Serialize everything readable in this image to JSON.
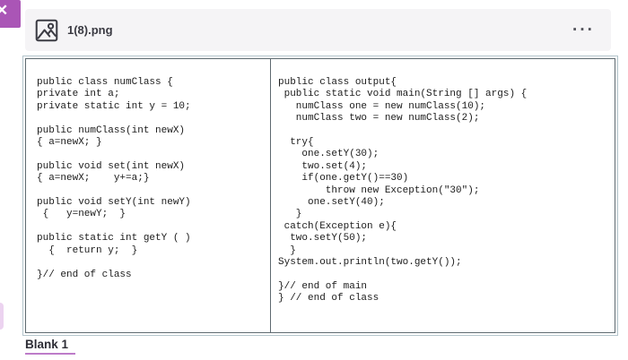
{
  "handle": {
    "move_glyph": "✕"
  },
  "attachment": {
    "filename": "1(8).png",
    "more_options_glyph": "···"
  },
  "code_image": {
    "left_code": "public class numClass {\nprivate int a;\nprivate static int y = 10;\n\npublic numClass(int newX)\n{ a=newX; }\n\npublic void set(int newX)\n{ a=newX;    y+=a;}\n\npublic void setY(int newY)\n {   y=newY;  }\n\npublic static int getY ( )\n  {  return y;  }\n\n}// end of class",
    "right_code": "public class output{\n public static void main(String [] args) {\n   numClass one = new numClass(10);\n   numClass two = new numClass(2);\n\n  try{\n    one.setY(30);\n    two.set(4);\n    if(one.getY()==30)\n        throw new Exception(\"30\");\n     one.setY(40);\n   }\n catch(Exception e){\n  two.setY(50);\n  }\nSystem.out.println(two.getY());\n\n}// end of main\n} // end of class"
  },
  "answer": {
    "blank_label": "Blank 1"
  },
  "colors": {
    "accent_purple": "#aa55b6",
    "blank_underline": "#bd7cc9",
    "frame_border_outer": "#b3c4cb",
    "frame_border_inner": "#5e6a70",
    "header_background": "#f5f4f6",
    "code_text": "#1b1b1b"
  }
}
